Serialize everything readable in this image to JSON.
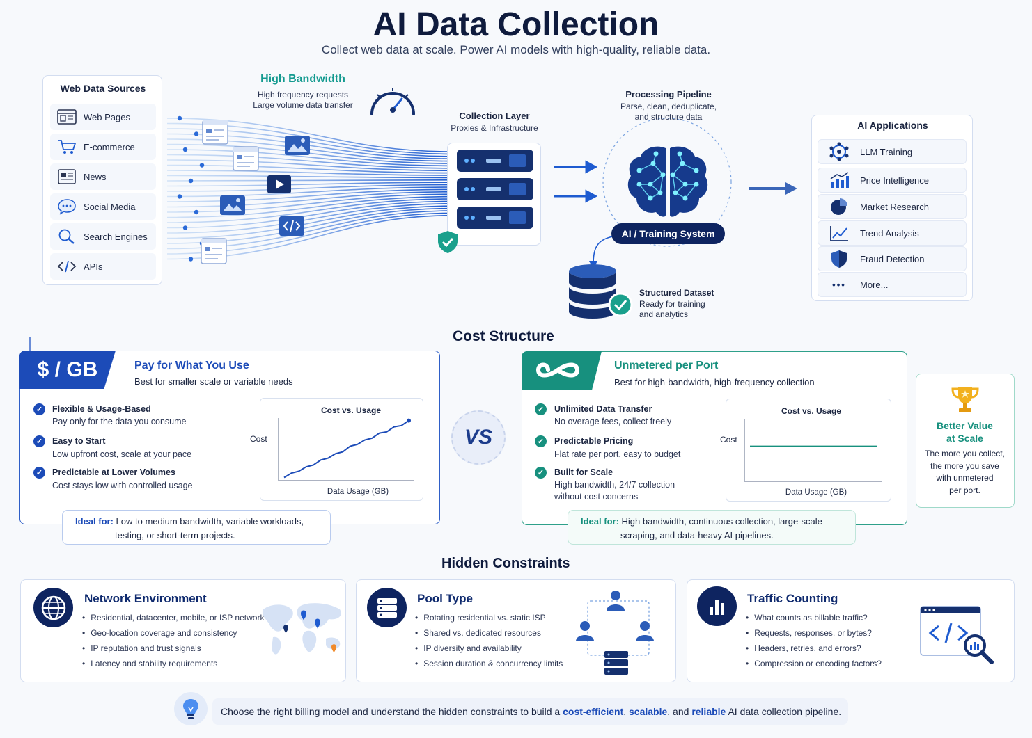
{
  "header": {
    "title": "AI Data Collection",
    "subtitle": "Collect web data at scale. Power AI models with high-quality, reliable data."
  },
  "sources": {
    "title": "Web Data Sources",
    "items": [
      {
        "label": "Web Pages",
        "icon": "browser-icon"
      },
      {
        "label": "E-commerce",
        "icon": "cart-icon"
      },
      {
        "label": "News",
        "icon": "newspaper-icon"
      },
      {
        "label": "Social Media",
        "icon": "chat-bubble-icon"
      },
      {
        "label": "Search Engines",
        "icon": "magnifier-icon"
      },
      {
        "label": "APIs",
        "icon": "code-icon"
      }
    ]
  },
  "bandwidth": {
    "title": "High Bandwidth",
    "line1": "High frequency requests",
    "line2": "Large volume data transfer"
  },
  "collection": {
    "title": "Collection Layer",
    "subtitle": "Proxies & Infrastructure"
  },
  "processing": {
    "title": "Processing Pipeline",
    "line1": "Parse, clean, deduplicate,",
    "line2": "and structure data",
    "system_label": "AI / Training System"
  },
  "dataset": {
    "title": "Structured Dataset",
    "line1": "Ready for training",
    "line2": "and analytics"
  },
  "applications": {
    "title": "AI Applications",
    "items": [
      {
        "label": "LLM Training",
        "icon": "network-icon"
      },
      {
        "label": "Price Intelligence",
        "icon": "bar-chart-icon"
      },
      {
        "label": "Market Research",
        "icon": "pie-chart-icon"
      },
      {
        "label": "Trend Analysis",
        "icon": "trend-line-icon"
      },
      {
        "label": "Fraud Detection",
        "icon": "shield-icon"
      },
      {
        "label": "More...",
        "icon": "ellipsis-icon"
      }
    ]
  },
  "cost": {
    "section_title": "Cost Structure",
    "vs": "VS",
    "pay": {
      "badge": "$ / GB",
      "title": "Pay for What You Use",
      "subtitle": "Best for smaller scale or variable needs",
      "features": [
        {
          "title": "Flexible & Usage-Based",
          "desc": "Pay only for the data you consume"
        },
        {
          "title": "Easy to Start",
          "desc": "Low upfront cost, scale at your pace"
        },
        {
          "title": "Predictable at Lower Volumes",
          "desc": "Cost stays low with controlled usage"
        }
      ],
      "chart_title": "Cost vs. Usage",
      "chart_ylabel": "Cost",
      "chart_xlabel": "Data Usage (GB)",
      "ideal_label": "Ideal for:",
      "ideal_line1": "Low to medium bandwidth, variable workloads,",
      "ideal_line2": "testing, or short-term projects."
    },
    "port": {
      "title": "Unmetered per Port",
      "subtitle": "Best for high-bandwidth, high-frequency collection",
      "features": [
        {
          "title": "Unlimited Data Transfer",
          "desc": "No overage fees, collect freely"
        },
        {
          "title": "Predictable Pricing",
          "desc": "Flat rate per port, easy to budget"
        },
        {
          "title": "Built for Scale",
          "desc": "High bandwidth, 24/7 collection",
          "desc2": "without cost concerns"
        }
      ],
      "chart_title": "Cost vs. Usage",
      "chart_ylabel": "Cost",
      "chart_xlabel": "Data Usage (GB)",
      "ideal_label": "Ideal for:",
      "ideal_line1": "High bandwidth, continuous collection, large-scale",
      "ideal_line2": "scraping, and data-heavy AI pipelines."
    },
    "better": {
      "title1": "Better Value",
      "title2": "at Scale",
      "lines": [
        "The more you collect,",
        "the more you save",
        "with unmetered",
        "per port."
      ]
    },
    "colors": {
      "pay": "#1c4bb8",
      "port": "#17907e"
    }
  },
  "chart_data": [
    {
      "type": "line",
      "title": "Cost vs. Usage",
      "xlabel": "Data Usage (GB)",
      "ylabel": "Cost",
      "series": [
        {
          "values": [
            0.05,
            0.12,
            0.15,
            0.22,
            0.25,
            0.33,
            0.36,
            0.43,
            0.46,
            0.55,
            0.58,
            0.65,
            0.68,
            0.76,
            0.78,
            0.86,
            0.88,
            0.96
          ]
        }
      ]
    },
    {
      "type": "line",
      "title": "Cost vs. Usage",
      "xlabel": "Data Usage (GB)",
      "ylabel": "Cost",
      "series": [
        {
          "values": [
            0.56,
            0.56
          ]
        }
      ]
    }
  ],
  "constraints": {
    "section_title": "Hidden Constraints",
    "cards": [
      {
        "title": "Network Environment",
        "icon": "globe-icon",
        "items": [
          "Residential, datacenter, mobile, or ISP network?",
          "Geo-location coverage and consistency",
          "IP reputation and trust signals",
          "Latency and stability requirements"
        ]
      },
      {
        "title": "Pool Type",
        "icon": "server-stack-icon",
        "items": [
          "Rotating residential vs. static ISP",
          "Shared vs. dedicated resources",
          "IP diversity and availability",
          "Session duration & concurrency limits"
        ]
      },
      {
        "title": "Traffic Counting",
        "icon": "bar-chart-icon",
        "items": [
          "What counts as billable traffic?",
          "Requests, responses, or bytes?",
          "Headers, retries, and errors?",
          "Compression or encoding factors?"
        ]
      }
    ]
  },
  "footer": {
    "prefix": "Choose the right billing model and understand the hidden constraints to build a",
    "hl1": "cost-efficient",
    "sep1": ",",
    "hl2": "scalable",
    "sep2": ", and",
    "hl3": "reliable",
    "suffix": "AI data collection pipeline."
  }
}
